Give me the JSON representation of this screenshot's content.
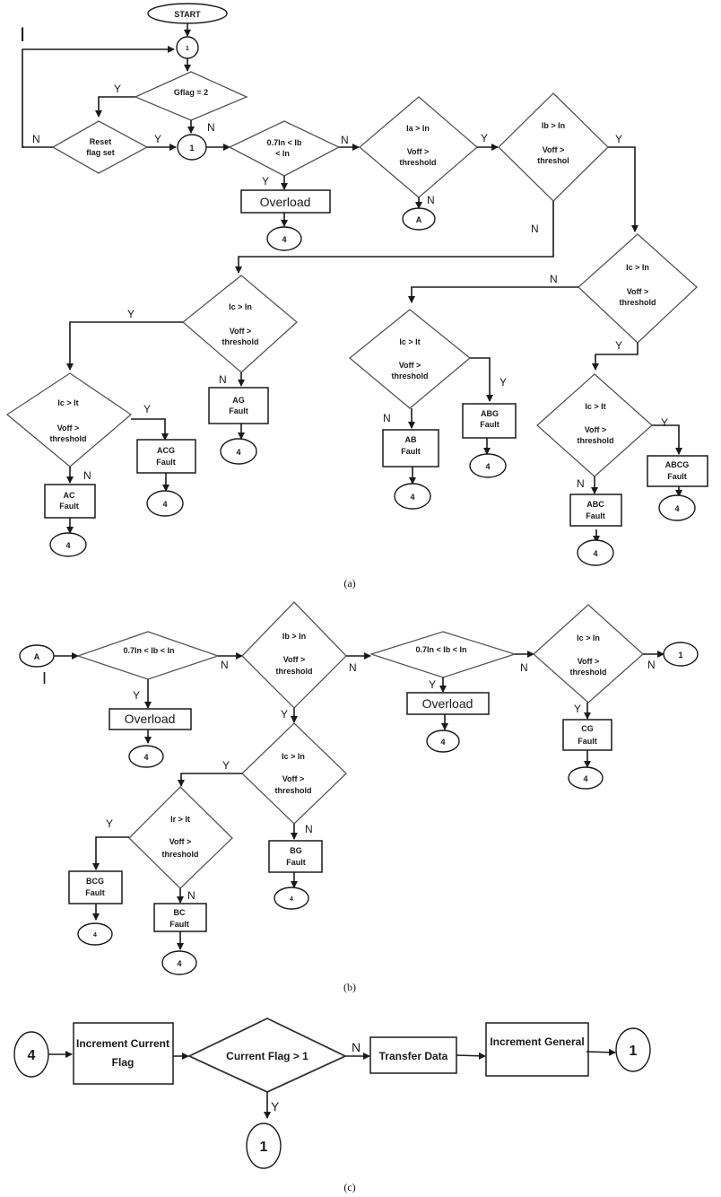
{
  "figure_a": {
    "caption": "(a)",
    "start": "START",
    "connector_top": "1",
    "gflag": "Gflag = 2",
    "reset": [
      "Reset",
      "flag set"
    ],
    "connector_1": "1",
    "overload_check": [
      "0.7In < Ib",
      "< In"
    ],
    "overload": "Overload",
    "conn_4": "4",
    "ia_check": [
      "Ia > In",
      "Voff >",
      "threshold"
    ],
    "conn_A": "A",
    "ib_check": [
      "Ib > In",
      "Voff >",
      "threshol"
    ],
    "ic_left": [
      "Ic > In",
      "Voff >",
      "threshold"
    ],
    "ic_it_left": [
      "Ic > It",
      "Voff >",
      "threshold"
    ],
    "ic_right": [
      "Ic > In",
      "Voff >",
      "threshold"
    ],
    "ic_it_mid": [
      "Ic > It",
      "Voff >",
      "threshold"
    ],
    "ic_it_right": [
      "Ic > It",
      "Voff >",
      "threshold"
    ],
    "faults": {
      "ac": [
        "AC",
        "Fault"
      ],
      "acg": [
        "ACG",
        "Fault"
      ],
      "ag": [
        "AG",
        "Fault"
      ],
      "ab": [
        "AB",
        "Fault"
      ],
      "abg": [
        "ABG",
        "Fault"
      ],
      "abc": [
        "ABC",
        "Fault"
      ],
      "abcg": [
        "ABCG",
        "Fault"
      ]
    },
    "marker": "I"
  },
  "figure_b": {
    "caption": "(b)",
    "conn_A": "A",
    "marker": "I",
    "overload_check_1": "0.7In < Ib < In",
    "overload_1": "Overload",
    "ib_check": [
      "Ib > In",
      "Voff >",
      "threshold"
    ],
    "overload_check_2": "0.7In < Ib < In",
    "overload_2": "Overload",
    "ic_check_right": [
      "Ic > In",
      "Voff >",
      "threshold"
    ],
    "conn_1": "1",
    "ic_check_mid": [
      "Ic > In",
      "Voff >",
      "threshold"
    ],
    "ir_check": [
      "Ir > It",
      "Voff >",
      "threshold"
    ],
    "faults": {
      "cg": [
        "CG",
        "Fault"
      ],
      "bg": [
        "BG",
        "Fault"
      ],
      "bcg": [
        "BCG",
        "Fault"
      ],
      "bc": [
        "BC",
        "Fault"
      ]
    },
    "conn_4": "4"
  },
  "figure_c": {
    "caption": "(c)",
    "conn_4": "4",
    "increment_current": [
      "Increment Current",
      "Flag"
    ],
    "current_flag_check": "Current Flag > 1",
    "transfer": "Transfer Data",
    "increment_general": "Increment General",
    "conn_1": "1"
  },
  "labels": {
    "yes": "Y",
    "no": "N"
  }
}
